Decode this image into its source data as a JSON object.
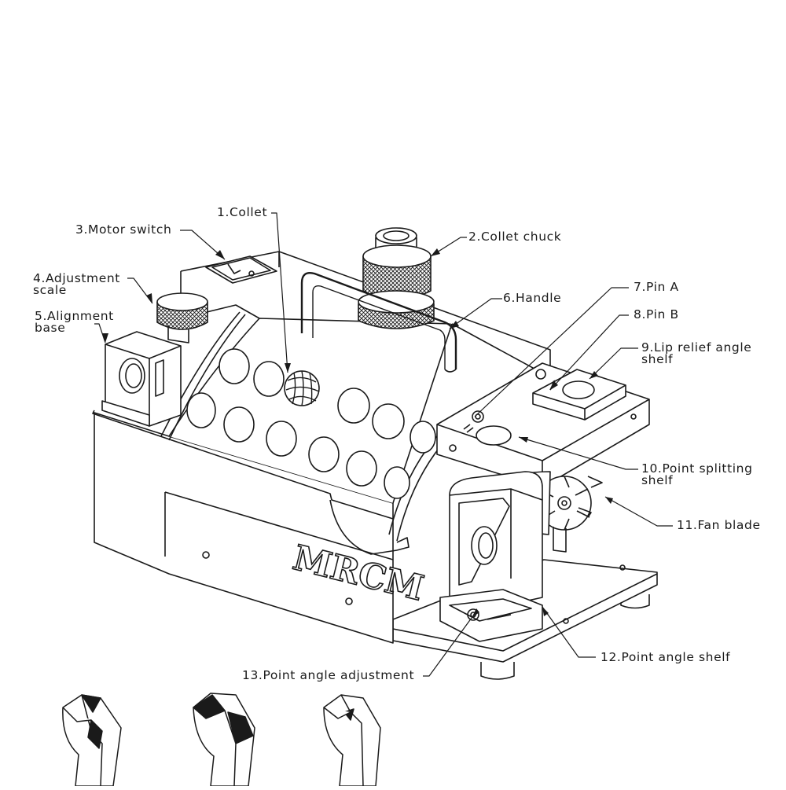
{
  "figure": {
    "brand_logo": "MRCM",
    "callouts": [
      {
        "id": "collet",
        "lines": [
          "1.Collet"
        ]
      },
      {
        "id": "collet-chuck",
        "lines": [
          "2.Collet chuck"
        ]
      },
      {
        "id": "motor-switch",
        "lines": [
          "3.Motor switch"
        ]
      },
      {
        "id": "adjustment-scale",
        "lines": [
          "4.Adjustment",
          "scale"
        ]
      },
      {
        "id": "alignment-base",
        "lines": [
          "5.Alignment",
          "base"
        ]
      },
      {
        "id": "handle",
        "lines": [
          "6.Handle"
        ]
      },
      {
        "id": "pin-a",
        "lines": [
          "7.Pin A"
        ]
      },
      {
        "id": "pin-b",
        "lines": [
          "8.Pin B"
        ]
      },
      {
        "id": "lip-relief-angle-shelf",
        "lines": [
          "9.Lip relief angle",
          "shelf"
        ]
      },
      {
        "id": "point-splitting-shelf",
        "lines": [
          "10.Point splitting",
          "shelf"
        ]
      },
      {
        "id": "fan-blade",
        "lines": [
          "11.Fan blade"
        ]
      },
      {
        "id": "point-angle-shelf",
        "lines": [
          "12.Point angle shelf"
        ]
      },
      {
        "id": "point-angle-adjustment",
        "lines": [
          "13.Point angle adjustment"
        ]
      }
    ]
  }
}
